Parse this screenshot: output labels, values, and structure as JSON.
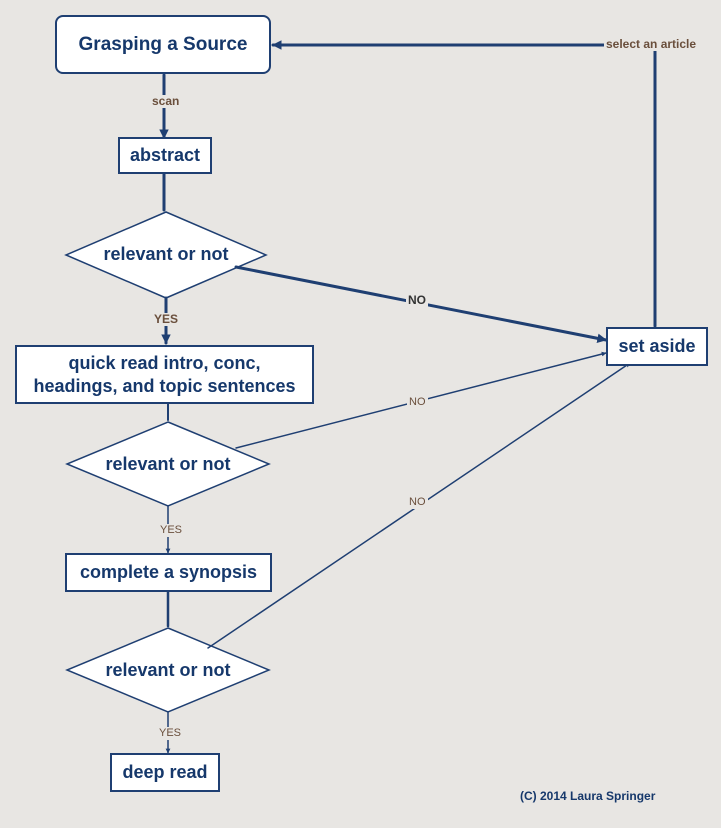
{
  "nodes": {
    "start": "Grasping a Source",
    "abstract": "abstract",
    "decision1": "relevant or not",
    "quick_read_line1": "quick read intro, conc,",
    "quick_read_line2": "headings, and topic sentences",
    "decision2": "relevant or not",
    "synopsis": "complete a synopsis",
    "decision3": "relevant or not",
    "deep_read": "deep read",
    "set_aside": "set aside"
  },
  "edges": {
    "scan": "scan",
    "yes1": "YES",
    "yes2": "YES",
    "yes3": "YES",
    "no1": "NO",
    "no2": "NO",
    "no3": "NO",
    "select_article": "select an article"
  },
  "copyright": "(C) 2014 Laura Springer",
  "colors": {
    "line": "#1f3f72",
    "text": "#16386b",
    "background": "#e8e6e3"
  }
}
